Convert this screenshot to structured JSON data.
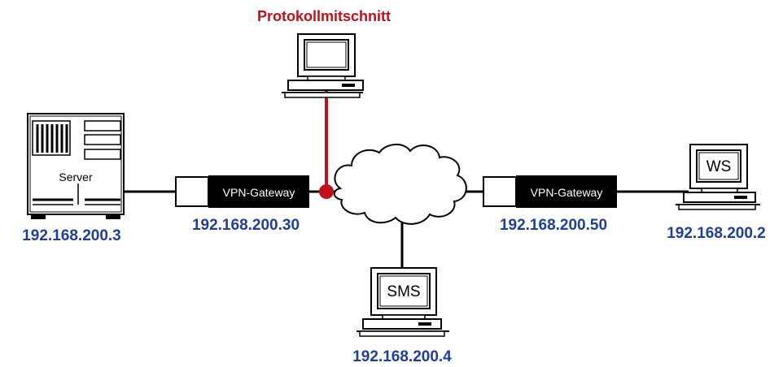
{
  "capture": {
    "label": "Protokollmitschnitt"
  },
  "server": {
    "label": "Server",
    "ip": "192.168.200.3"
  },
  "gateway_left": {
    "label": "VPN-Gateway",
    "ip": "192.168.200.30"
  },
  "gateway_right": {
    "label": "VPN-Gateway",
    "ip": "192.168.200.50"
  },
  "workstation": {
    "label": "WS",
    "ip": "192.168.200.2"
  },
  "sms": {
    "label": "SMS",
    "ip": "192.168.200.4"
  },
  "colors": {
    "ip_text": "#1f3f99",
    "capture": "#c0101a",
    "lines": "#000000"
  }
}
